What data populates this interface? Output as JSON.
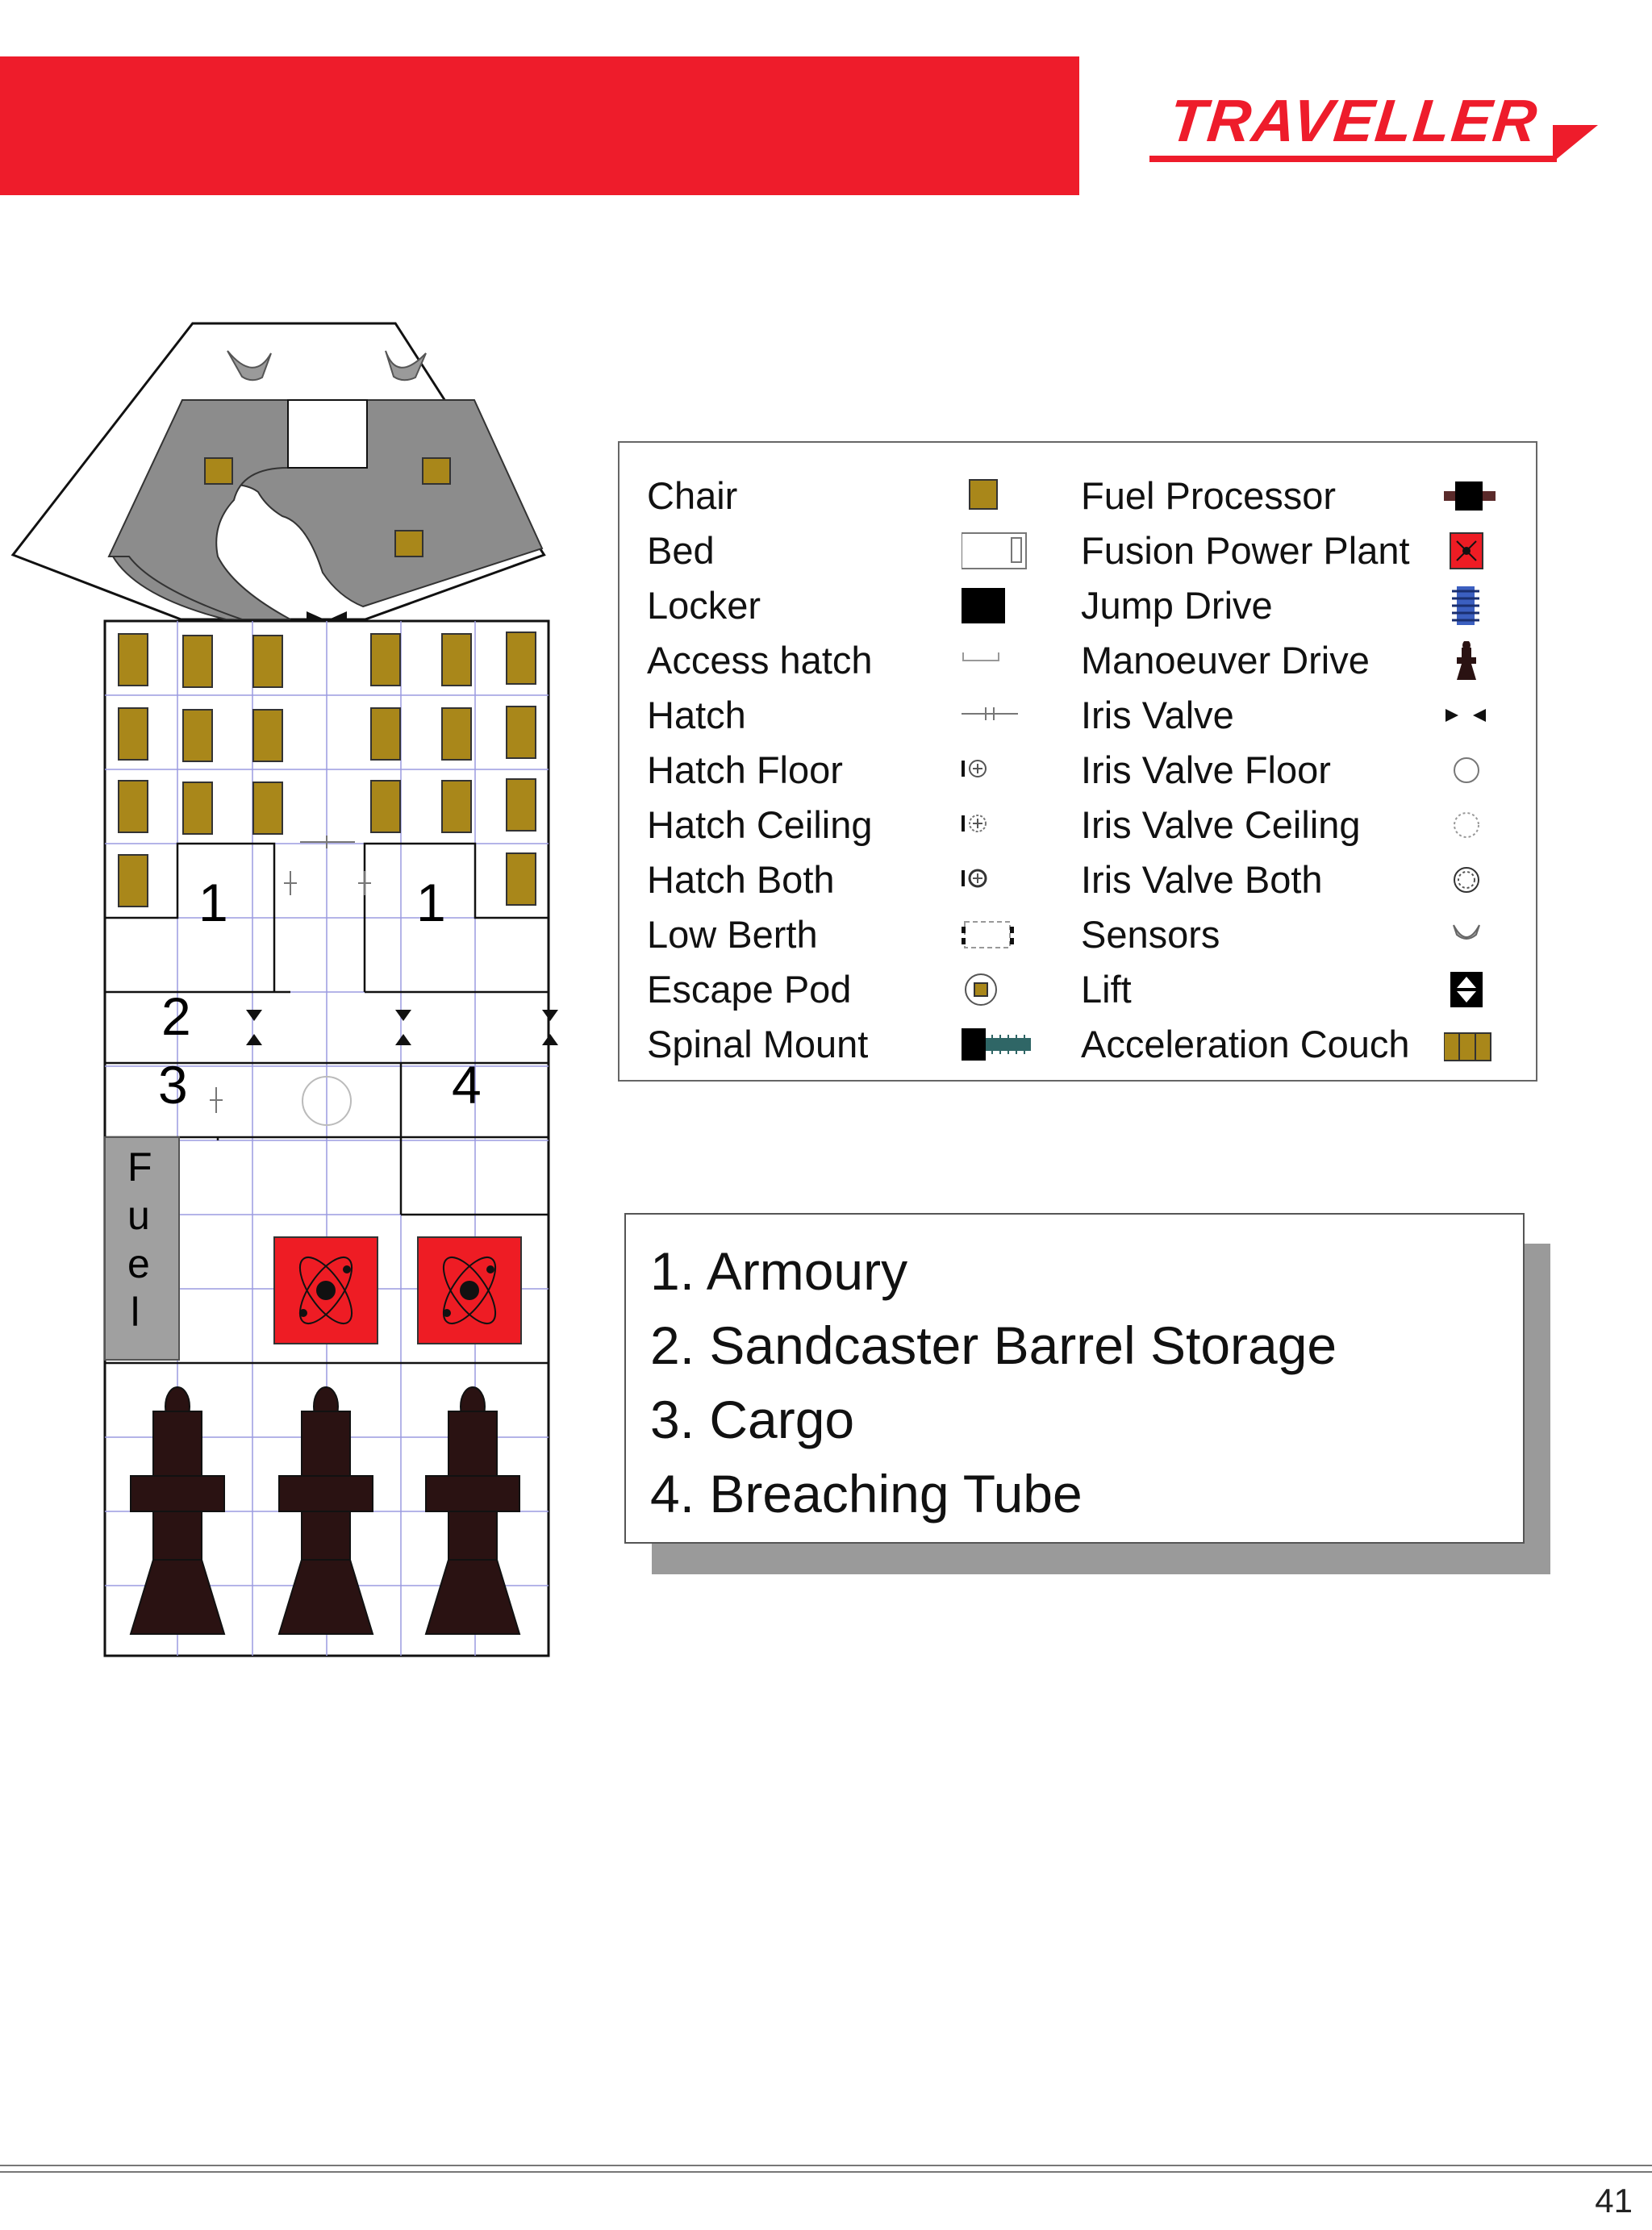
{
  "header": {
    "banner_color": "#ee1c2b",
    "logo_text": "TRAVELLER",
    "logo_color": "#ee1c2b"
  },
  "floorplan": {
    "room_labels": [
      {
        "id": "armoury-left",
        "text": "1"
      },
      {
        "id": "armoury-right",
        "text": "1"
      },
      {
        "id": "sandcaster-storage",
        "text": "2"
      },
      {
        "id": "cargo",
        "text": "3"
      },
      {
        "id": "breaching-tube",
        "text": "4"
      }
    ],
    "fuel_letters": [
      "F",
      "u",
      "e",
      "l"
    ],
    "colors": {
      "hull": "#ffffff",
      "bridge_floor": "#8a8a8a",
      "grid": "#9b9be0",
      "couch": "#a9871a",
      "fusion_plant": "#ee1c24",
      "drive": "#2a1212",
      "fuel": "#a0a0a0"
    }
  },
  "legend": {
    "left": [
      {
        "label": "Chair",
        "icon": "chair-icon"
      },
      {
        "label": "Bed",
        "icon": "bed-icon"
      },
      {
        "label": "Locker",
        "icon": "locker-icon"
      },
      {
        "label": "Access hatch",
        "icon": "access-hatch-icon"
      },
      {
        "label": "Hatch",
        "icon": "hatch-icon"
      },
      {
        "label": "Hatch Floor",
        "icon": "hatch-floor-icon"
      },
      {
        "label": "Hatch Ceiling",
        "icon": "hatch-ceiling-icon"
      },
      {
        "label": "Hatch Both",
        "icon": "hatch-both-icon"
      },
      {
        "label": "Low Berth",
        "icon": "low-berth-icon"
      },
      {
        "label": "Escape Pod",
        "icon": "escape-pod-icon"
      },
      {
        "label": "Spinal Mount",
        "icon": "spinal-mount-icon"
      }
    ],
    "right": [
      {
        "label": "Fuel Processor",
        "icon": "fuel-processor-icon"
      },
      {
        "label": "Fusion Power Plant",
        "icon": "fusion-power-plant-icon"
      },
      {
        "label": "Jump Drive",
        "icon": "jump-drive-icon"
      },
      {
        "label": "Manoeuver Drive",
        "icon": "manoeuver-drive-icon"
      },
      {
        "label": "Iris Valve",
        "icon": "iris-valve-icon"
      },
      {
        "label": "Iris Valve Floor",
        "icon": "iris-valve-floor-icon"
      },
      {
        "label": "Iris Valve Ceiling",
        "icon": "iris-valve-ceiling-icon"
      },
      {
        "label": "Iris Valve Both",
        "icon": "iris-valve-both-icon"
      },
      {
        "label": "Sensors",
        "icon": "sensors-icon"
      },
      {
        "label": "Lift",
        "icon": "lift-icon"
      },
      {
        "label": "Acceleration Couch",
        "icon": "acceleration-couch-icon"
      }
    ]
  },
  "key": {
    "items": [
      "1. Armoury",
      "2. Sandcaster Barrel Storage",
      "3. Cargo",
      "4. Breaching Tube"
    ]
  },
  "footer": {
    "page_number": "41"
  }
}
